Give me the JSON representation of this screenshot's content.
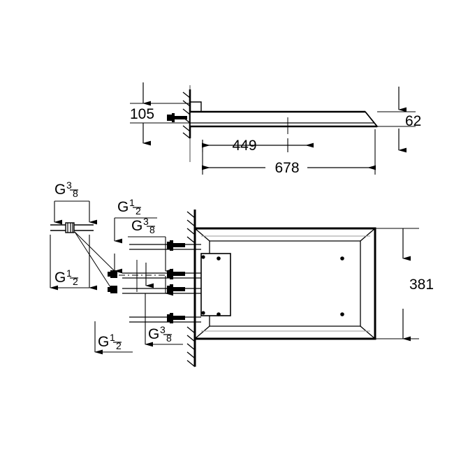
{
  "drawing": {
    "title": "Wall-mounted spout and mounting plate technical drawing",
    "units": "mm",
    "background_color": "#ffffff",
    "line_color": "#000000",
    "views": [
      {
        "name": "side-elevation-top",
        "description": "Side elevation of wall-mounted spout"
      },
      {
        "name": "plan-view-bottom",
        "description": "Plan view of mounting plate with supply connections"
      }
    ]
  },
  "dimensions": {
    "height_105": "105",
    "projection_449": "449",
    "overall_678": "678",
    "thickness_62": "62",
    "width_381": "381"
  },
  "thread_labels": {
    "top_left": {
      "letter": "G",
      "numerator": "3",
      "denominator": "8"
    },
    "left_lower": {
      "letter": "G",
      "numerator": "1",
      "denominator": "2"
    },
    "mid_upper": {
      "letter": "G",
      "numerator": "1",
      "denominator": "2"
    },
    "mid_lower": {
      "letter": "G",
      "numerator": "3",
      "denominator": "8"
    },
    "bottom_left": {
      "letter": "G",
      "numerator": "1",
      "denominator": "2"
    },
    "bottom_right": {
      "letter": "G",
      "numerator": "3",
      "denominator": "8"
    }
  },
  "colors": {
    "stroke": "#000000",
    "thin_stroke": "#6e6e6e",
    "fill": "#ffffff"
  }
}
